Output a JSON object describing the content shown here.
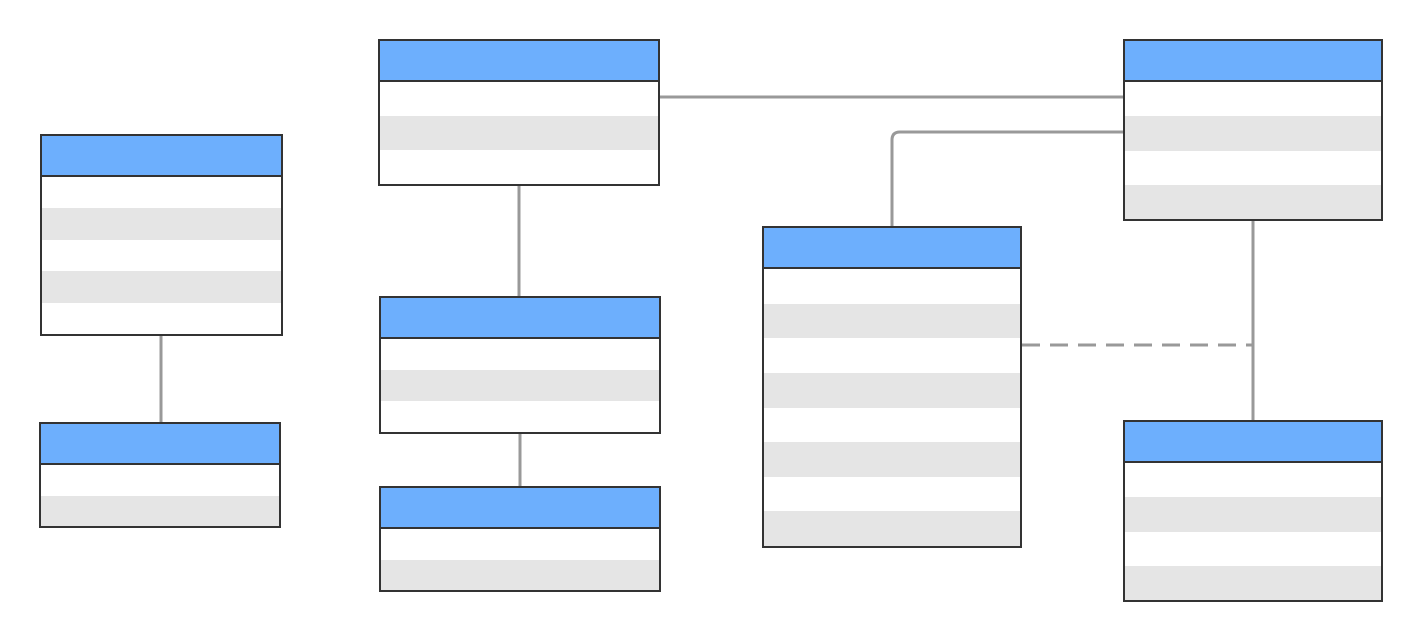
{
  "diagram": {
    "line_color": "#999999",
    "header_color": "#6daffd",
    "border_color": "#333333",
    "row_alt_color": "#e5e5e5",
    "entities": [
      {
        "id": "e1",
        "title": "",
        "rows": [
          "",
          "",
          "",
          "",
          ""
        ]
      },
      {
        "id": "e2",
        "title": "",
        "rows": [
          "",
          ""
        ]
      },
      {
        "id": "e3",
        "title": "",
        "rows": [
          "",
          "",
          ""
        ]
      },
      {
        "id": "e4",
        "title": "",
        "rows": [
          "",
          "",
          ""
        ]
      },
      {
        "id": "e5",
        "title": "",
        "rows": [
          "",
          ""
        ]
      },
      {
        "id": "e6",
        "title": "",
        "rows": [
          "",
          "",
          "",
          "",
          "",
          "",
          "",
          ""
        ]
      },
      {
        "id": "e7",
        "title": "",
        "rows": [
          "",
          "",
          "",
          ""
        ]
      },
      {
        "id": "e8",
        "title": "",
        "rows": [
          "",
          "",
          "",
          ""
        ]
      }
    ],
    "relationships": [
      {
        "from": "e1",
        "to": "e2",
        "style": "solid"
      },
      {
        "from": "e3",
        "to": "e4",
        "style": "solid"
      },
      {
        "from": "e4",
        "to": "e5",
        "style": "solid"
      },
      {
        "from": "e3",
        "to": "e7",
        "style": "solid"
      },
      {
        "from": "e6",
        "to": "e7",
        "style": "solid"
      },
      {
        "from": "e7",
        "to": "e8",
        "style": "solid"
      },
      {
        "from": "e6",
        "to": "e8",
        "style": "dashed"
      }
    ]
  }
}
